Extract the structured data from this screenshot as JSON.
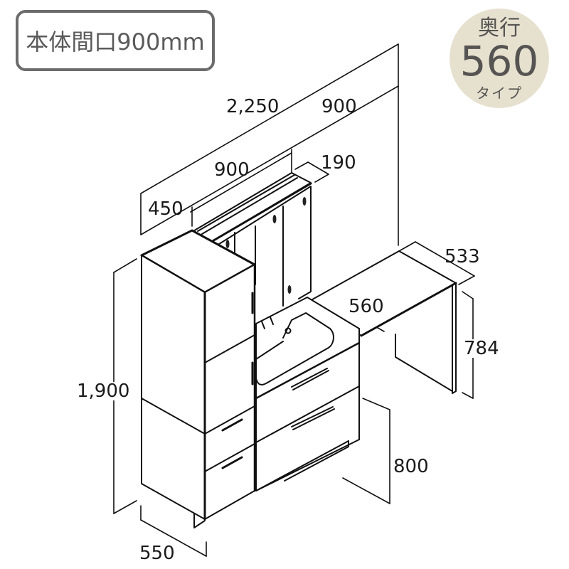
{
  "badges": {
    "width": {
      "label": "本体間口900mm"
    },
    "depth": {
      "top": "奥行",
      "value": "560",
      "sub": "タイプ",
      "bg_color": "#e6e1cf",
      "text_color": "#565452"
    }
  },
  "dimensions": {
    "overall_width": "2,250",
    "counter_width": "900",
    "mirror_width": "900",
    "mirror_depth": "190",
    "tall_cabinet_width": "450",
    "counter_board_depth": "533",
    "vanity_depth": "560",
    "counter_height": "784",
    "tall_cabinet_height": "1,900",
    "vanity_height": "800",
    "tall_cabinet_depth": "550"
  },
  "components": [
    {
      "name": "tall-cabinet",
      "description": "Tall storage cabinet with doors and two drawers"
    },
    {
      "name": "mirror-cabinet",
      "description": "Three-door mirror cabinet with top light"
    },
    {
      "name": "vanity-unit",
      "description": "Sink vanity with two drawers"
    },
    {
      "name": "counter-board",
      "description": "Extension counter with side panel"
    }
  ],
  "colors": {
    "line": "#111111",
    "badge_border": "#6b6b6b"
  }
}
